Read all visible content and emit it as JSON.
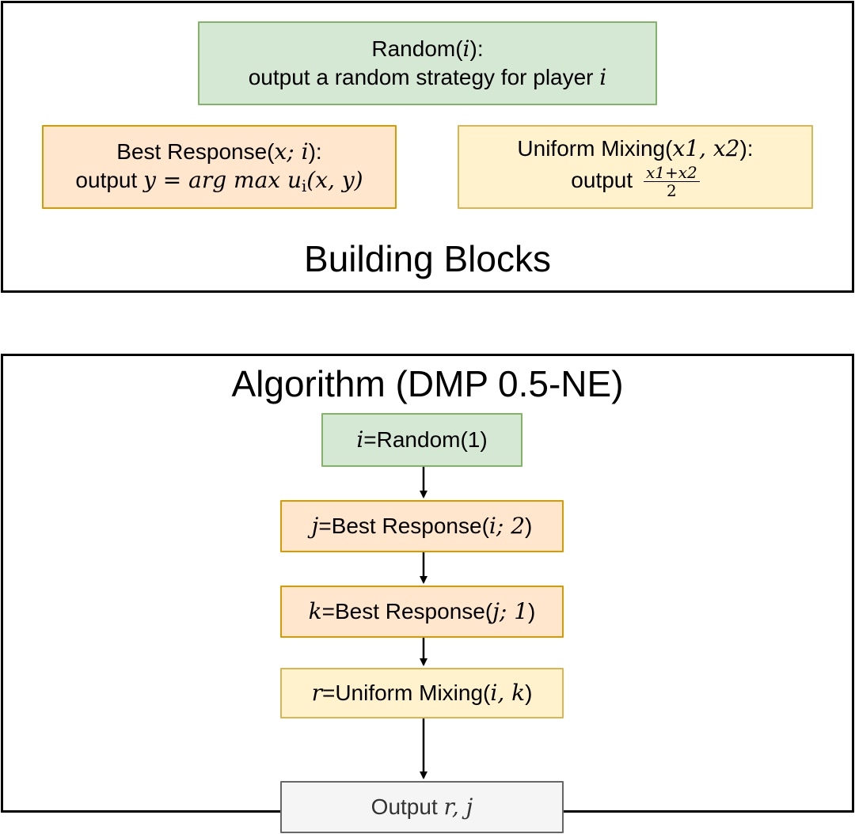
{
  "building_blocks": {
    "title": "Building Blocks",
    "random": {
      "line1_prefix": "Random(",
      "arg": "i",
      "line1_suffix": "):",
      "line2_prefix": "output a random strategy for player ",
      "line2_var": "i"
    },
    "best_response": {
      "line1_prefix": "Best Response(",
      "args": "x; i",
      "line1_suffix": "):",
      "line2_prefix": "output ",
      "formula": "y = arg max u",
      "formula_sub": "i",
      "formula_tail": "(x, y)"
    },
    "uniform_mixing": {
      "line1_prefix": "Uniform Mixing(",
      "args": "x1, x2",
      "line1_suffix": "):",
      "line2_prefix": "output",
      "frac_num": "x1+x2",
      "frac_den": "2"
    }
  },
  "algorithm": {
    "title": "Algorithm (DMP 0.5-NE)",
    "steps": [
      {
        "var": "i",
        "text": "=Random(1)"
      },
      {
        "var": "j",
        "text_prefix": "=Best Response(",
        "args": "i; 2",
        "text_suffix": ")"
      },
      {
        "var": "k",
        "text_prefix": "=Best Response(",
        "args": "j; 1",
        "text_suffix": ")"
      },
      {
        "var": "r",
        "text_prefix": "=Uniform Mixing(",
        "args": "i, k",
        "text_suffix": ")"
      }
    ],
    "output": {
      "prefix": "Output ",
      "vars": "r, j"
    }
  },
  "colors": {
    "green_fill": "#d5e8d4",
    "green_stroke": "#82b366",
    "orange_fill": "#ffe6cc",
    "orange_stroke": "#d79b00",
    "yellow_fill": "#fff2cc",
    "yellow_stroke": "#d6b656",
    "gray_fill": "#f5f5f5",
    "gray_stroke": "#666666"
  }
}
